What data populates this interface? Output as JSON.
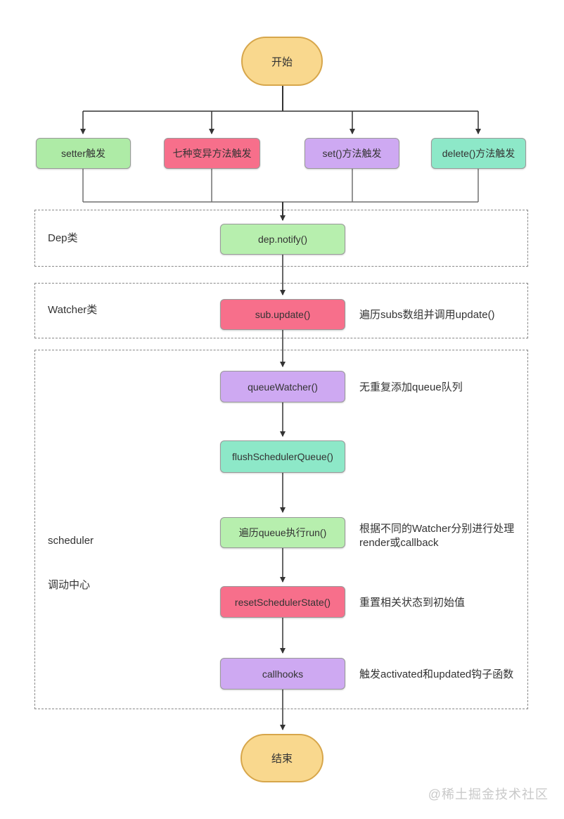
{
  "diagram": {
    "start_label": "开始",
    "end_label": "结束",
    "triggers": [
      {
        "label": "setter触发",
        "color": "#aeeba6"
      },
      {
        "label": "七种变异方法触发",
        "color": "#f76f8b"
      },
      {
        "label": "set()方法触发",
        "color": "#cea9f2"
      },
      {
        "label": "delete()方法触发",
        "color": "#8de8c8"
      }
    ],
    "dep_group": {
      "label": "Dep类",
      "node": {
        "label": "dep.notify()",
        "color": "#b7efae"
      }
    },
    "watcher_group": {
      "label": "Watcher类",
      "node": {
        "label": "sub.update()",
        "color": "#f76f8b",
        "annotation": "遍历subs数组并调用update()"
      }
    },
    "scheduler_group": {
      "label_line1": "scheduler",
      "label_line2": "调动中心",
      "nodes": [
        {
          "label": "queueWatcher()",
          "color": "#cea9f2",
          "annotation": "无重复添加queue队列"
        },
        {
          "label": "flushSchedulerQueue()",
          "color": "#8de8c8"
        },
        {
          "label": "遍历queue执行run()",
          "color": "#aeeba6",
          "annotation": "根据不同的Watcher分别进行处理",
          "annotation_line2": "render或callback"
        },
        {
          "label": "resetSchedulerState()",
          "color": "#f76f8b",
          "annotation": "重置相关状态到初始值"
        },
        {
          "label": "callhooks",
          "color": "#cea9f2",
          "annotation": "触发activated和updated钩子函数"
        }
      ]
    },
    "colors": {
      "terminal_fill": "#f9d88e",
      "terminal_border": "#d7a64b",
      "line": "#333333",
      "stub_line": "#707070",
      "container_border": "#888888",
      "watermark_text": "#c9c9c9"
    },
    "watermark": "@稀土掘金技术社区"
  }
}
